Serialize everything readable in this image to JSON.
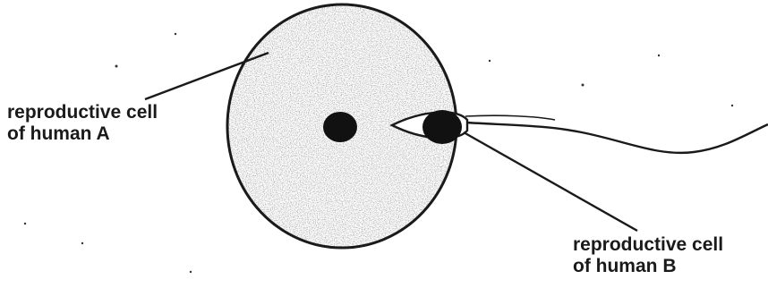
{
  "labels": {
    "cell_a_line1": "reproductive cell",
    "cell_a_line2": "of human A",
    "cell_b_line1": "reproductive cell",
    "cell_b_line2": "of human B"
  },
  "colors": {
    "outline": "#1a1a1a",
    "speckle": "#777777",
    "nucleus": "#111111",
    "background": "#ffffff"
  },
  "icons": {
    "egg_cell": "egg-cell-icon",
    "sperm_cell": "sperm-cell-icon"
  }
}
